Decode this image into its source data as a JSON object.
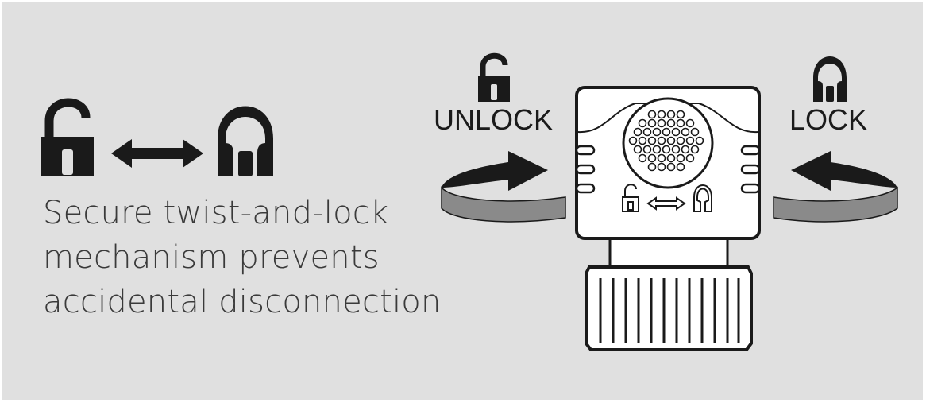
{
  "caption": {
    "line1": "Secure twist-and-lock",
    "line2": "mechanism prevents",
    "line3": "accidental disconnection"
  },
  "labels": {
    "unlock": "UNLOCK",
    "lock": "LOCK"
  },
  "icons": [
    "unlocked-padlock-icon",
    "double-arrow-icon",
    "locked-padlock-icon",
    "rotate-arrow-icon",
    "connector-icon"
  ],
  "colors": {
    "background": "#e0e0e0",
    "ink": "#1a1a1a",
    "text": "#3a3a3a",
    "band": "#8a8a8a"
  }
}
